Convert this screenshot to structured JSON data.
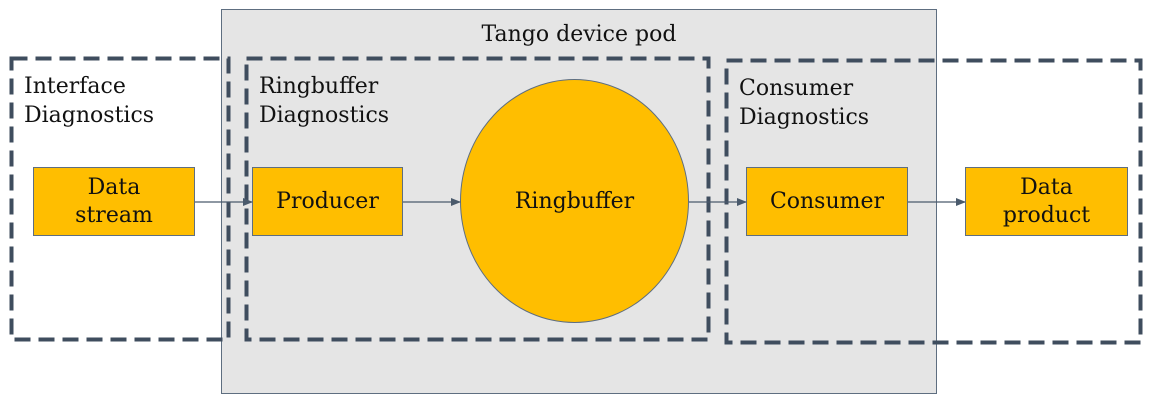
{
  "pod": {
    "title": "Tango device pod"
  },
  "groups": {
    "interface": {
      "label": "Interface\nDiagnostics"
    },
    "ringbuffer": {
      "label": "Ringbuffer\nDiagnostics"
    },
    "consumer": {
      "label": "Consumer\nDiagnostics"
    }
  },
  "nodes": {
    "data_stream": "Data\nstream",
    "producer": "Producer",
    "ringbuffer": "Ringbuffer",
    "consumer": "Consumer",
    "data_product": "Data\nproduct"
  },
  "colors": {
    "node_fill": "#ffbe00",
    "pod_fill": "#e5e5e5",
    "stroke": "#5e6e80",
    "dash": "#3f4d5e"
  }
}
